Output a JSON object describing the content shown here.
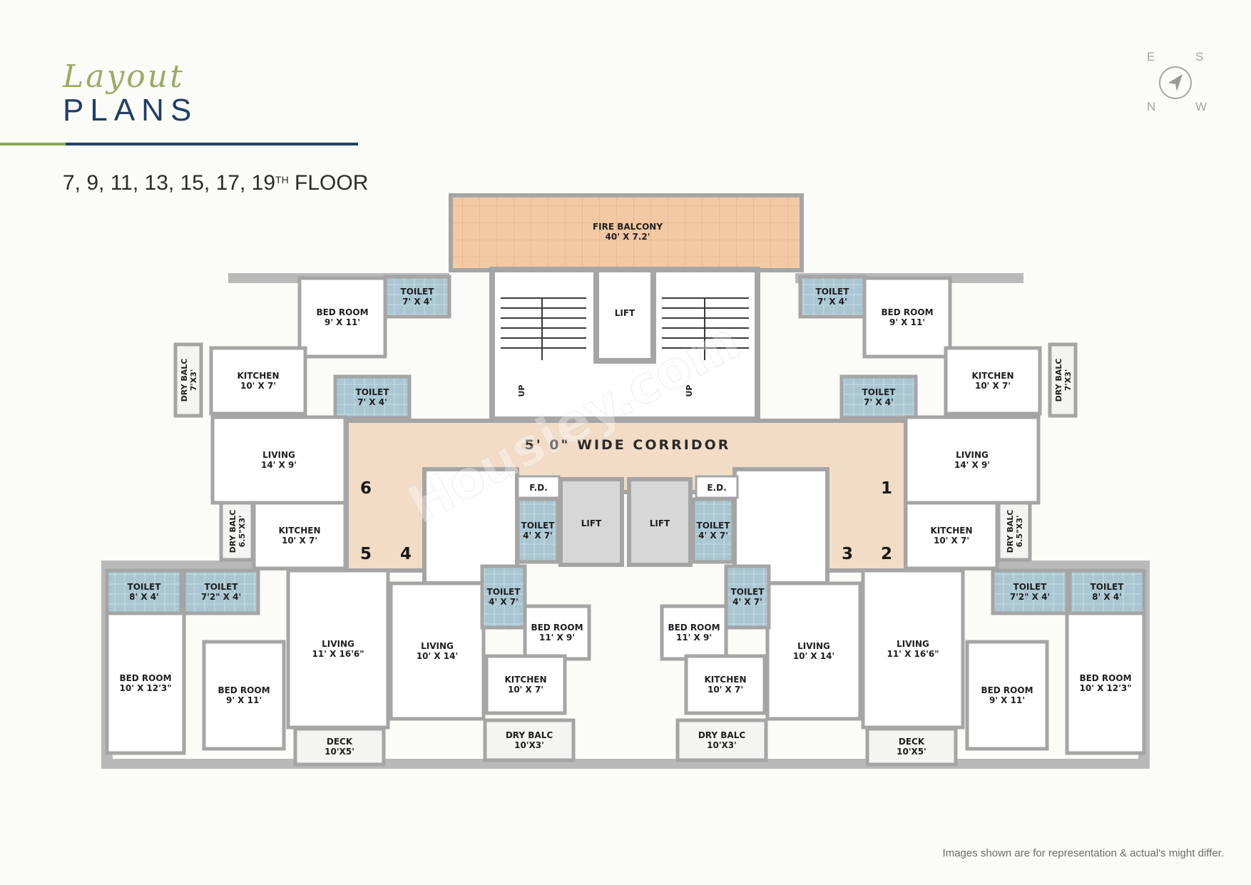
{
  "header": {
    "title_script": "Layout",
    "title_caps": "PLANS",
    "floors": "7, 9, 11, 13, 15, 17, 19",
    "floors_sup": "TH",
    "floors_suffix": "FLOOR"
  },
  "compass": {
    "e": "E",
    "s": "S",
    "n": "N",
    "w": "W"
  },
  "disclaimer": "Images shown are for representation & actual's might differ.",
  "watermark": "Housiey.com",
  "plan": {
    "fire_balcony": {
      "name": "FIRE BALCONY",
      "size": "40' X 7.2'"
    },
    "corridor": "5' 0\" WIDE CORRIDOR",
    "top_lift": "LIFT",
    "lifts": [
      "LIFT",
      "LIFT"
    ],
    "fd": [
      "F.D.",
      "E.D."
    ],
    "stairs_up": [
      "UP",
      "UP"
    ],
    "flat_numbers": [
      "1",
      "2",
      "3",
      "4",
      "5",
      "6"
    ],
    "rooms": [
      {
        "name": "BED ROOM",
        "size": "9' X 11'"
      },
      {
        "name": "TOILET",
        "size": "7' X 4'"
      },
      {
        "name": "KITCHEN",
        "size": "10' X 7'"
      },
      {
        "name": "TOILET",
        "size": "7' X 4'"
      },
      {
        "name": "DRY BALC",
        "size": "7'X3'"
      },
      {
        "name": "LIVING",
        "size": "14' X 9'"
      },
      {
        "name": "KITCHEN",
        "size": "10' X 7'"
      },
      {
        "name": "DRY BALC",
        "size": "6.5\"X3'"
      },
      {
        "name": "TOILET",
        "size": "8' X 4'"
      },
      {
        "name": "TOILET",
        "size": "7'2\" X 4'"
      },
      {
        "name": "BED ROOM",
        "size": "10' X 12'3\""
      },
      {
        "name": "BED ROOM",
        "size": "9' X 11'"
      },
      {
        "name": "LIVING",
        "size": "11' X 16'6\""
      },
      {
        "name": "DECK",
        "size": "10'X5'"
      },
      {
        "name": "LIVING",
        "size": "10' X 14'"
      },
      {
        "name": "TOILET",
        "size": "4' X 7'"
      },
      {
        "name": "TOILET",
        "size": "4' X 7'"
      },
      {
        "name": "BED ROOM",
        "size": "11' X 9'"
      },
      {
        "name": "KITCHEN",
        "size": "10' X 7'"
      },
      {
        "name": "DRY BALC",
        "size": "10'X3'"
      },
      {
        "name": "TOILET",
        "size": "7' X 4'"
      },
      {
        "name": "BED ROOM",
        "size": "9' X 11'"
      },
      {
        "name": "KITCHEN",
        "size": "10' X 7'"
      },
      {
        "name": "TOILET",
        "size": "7' X 4'"
      },
      {
        "name": "DRY BALC",
        "size": "7'X3'"
      },
      {
        "name": "LIVING",
        "size": "14' X 9'"
      },
      {
        "name": "KITCHEN",
        "size": "10' X 7'"
      },
      {
        "name": "DRY BALC",
        "size": "6.5\"X3'"
      },
      {
        "name": "TOILET",
        "size": "7'2\" X 4'"
      },
      {
        "name": "TOILET",
        "size": "8' X 4'"
      },
      {
        "name": "BED ROOM",
        "size": "9' X 11'"
      },
      {
        "name": "BED ROOM",
        "size": "10' X 12'3\""
      },
      {
        "name": "LIVING",
        "size": "11' X 16'6\""
      },
      {
        "name": "DECK",
        "size": "10'X5'"
      },
      {
        "name": "LIVING",
        "size": "10' X 14'"
      },
      {
        "name": "TOILET",
        "size": "4' X 7'"
      },
      {
        "name": "TOILET",
        "size": "4' X 7'"
      },
      {
        "name": "BED ROOM",
        "size": "11' X 9'"
      },
      {
        "name": "KITCHEN",
        "size": "10' X 7'"
      },
      {
        "name": "DRY BALC",
        "size": "10'X3'"
      }
    ]
  }
}
